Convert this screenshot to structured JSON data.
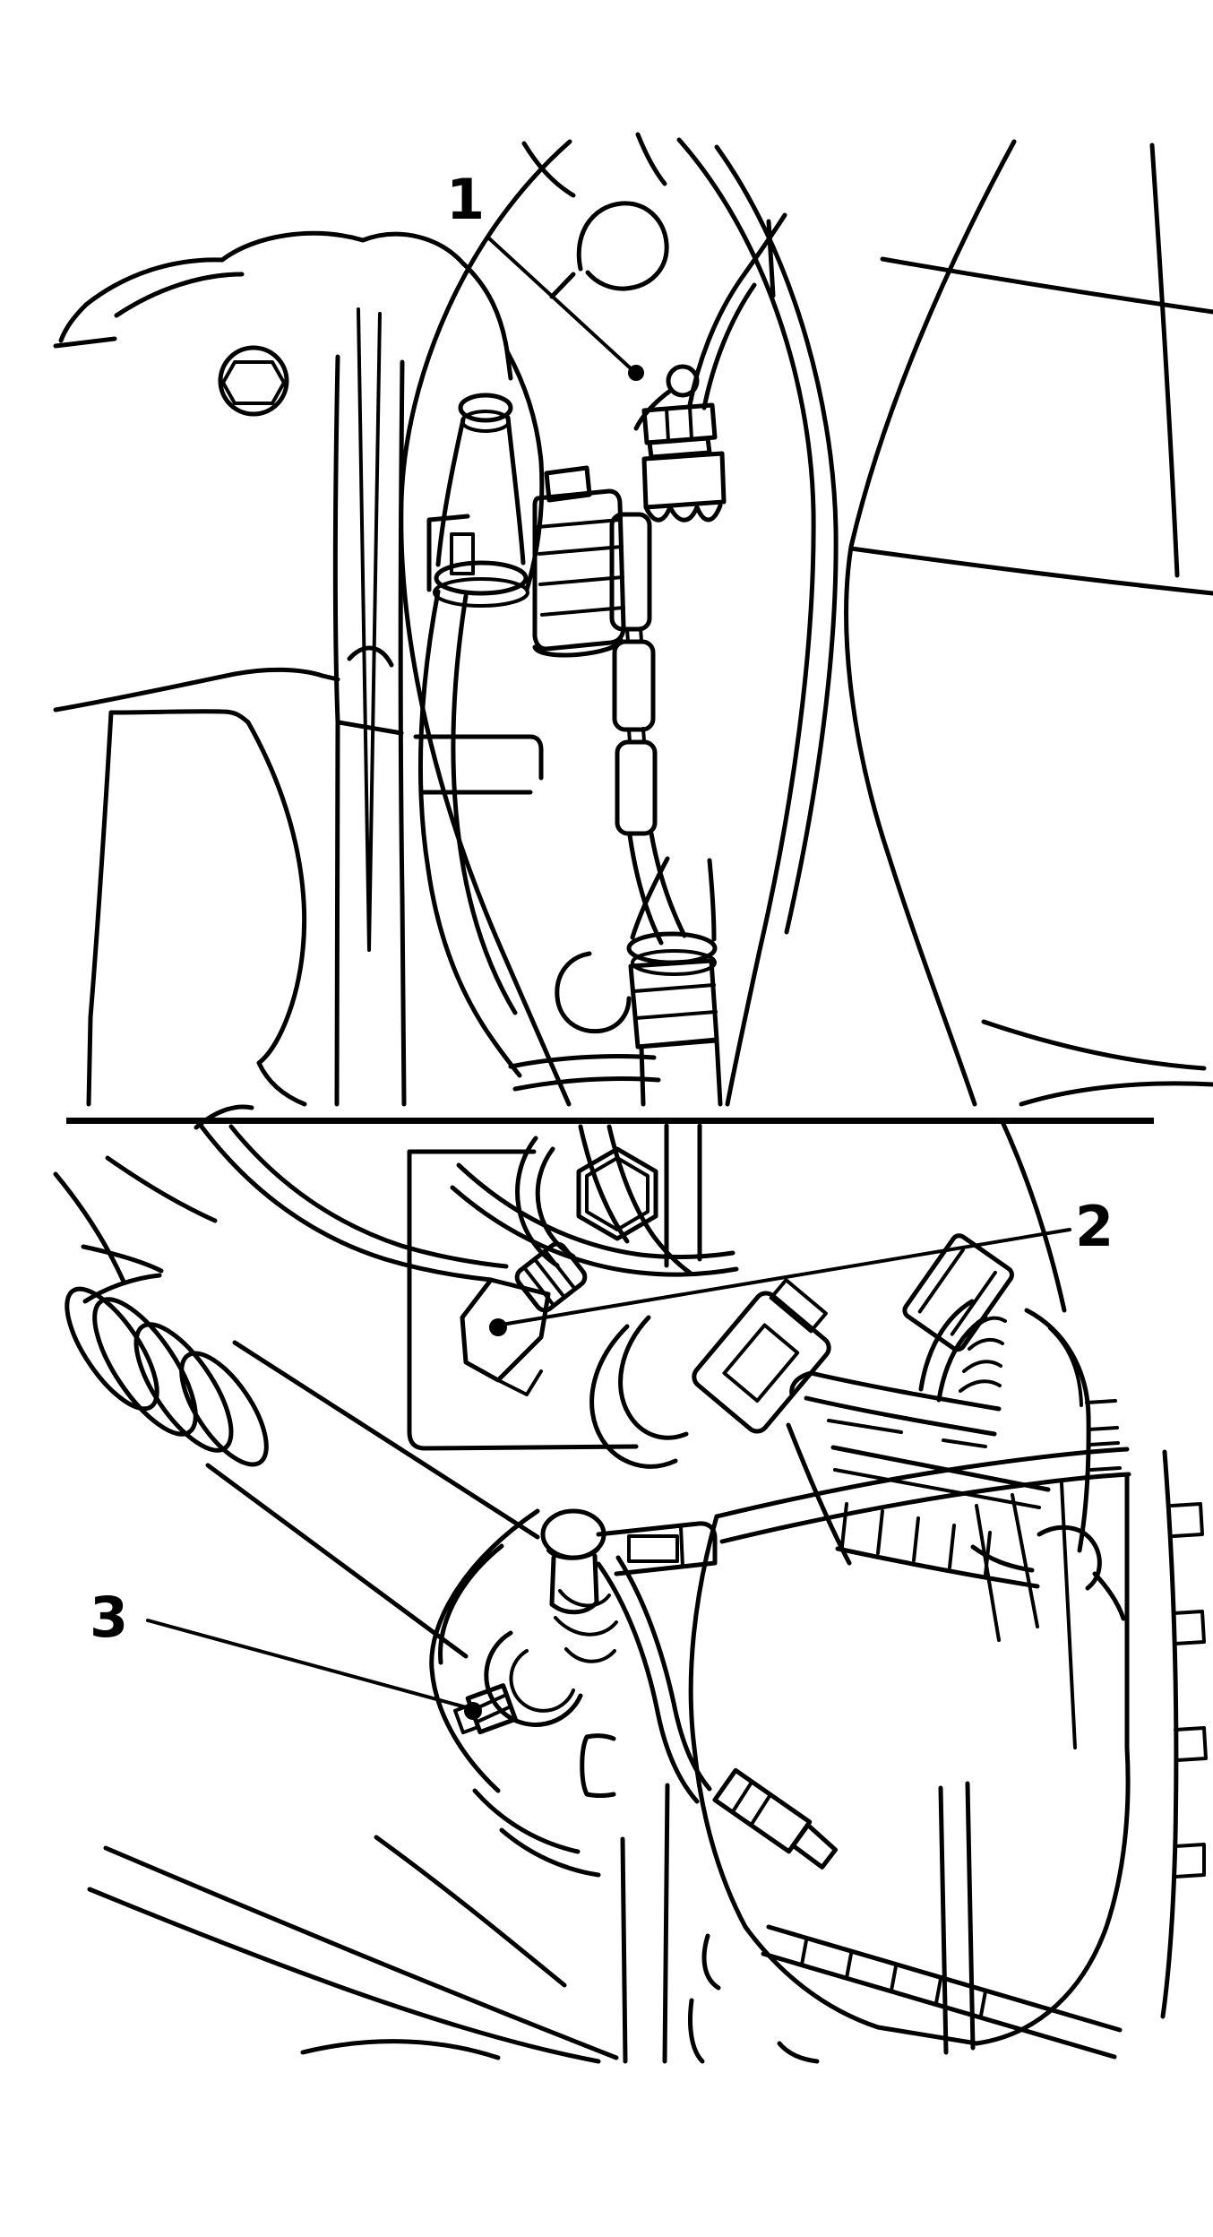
{
  "figure": {
    "kind": "two-panel technical line illustration",
    "panels": [
      {
        "name": "upper",
        "callouts": [
          {
            "label": "1"
          }
        ]
      },
      {
        "name": "lower",
        "callouts": [
          {
            "label": "2"
          },
          {
            "label": "3"
          }
        ]
      }
    ]
  },
  "colors": {
    "line": "#000000",
    "background": "#ffffff"
  }
}
